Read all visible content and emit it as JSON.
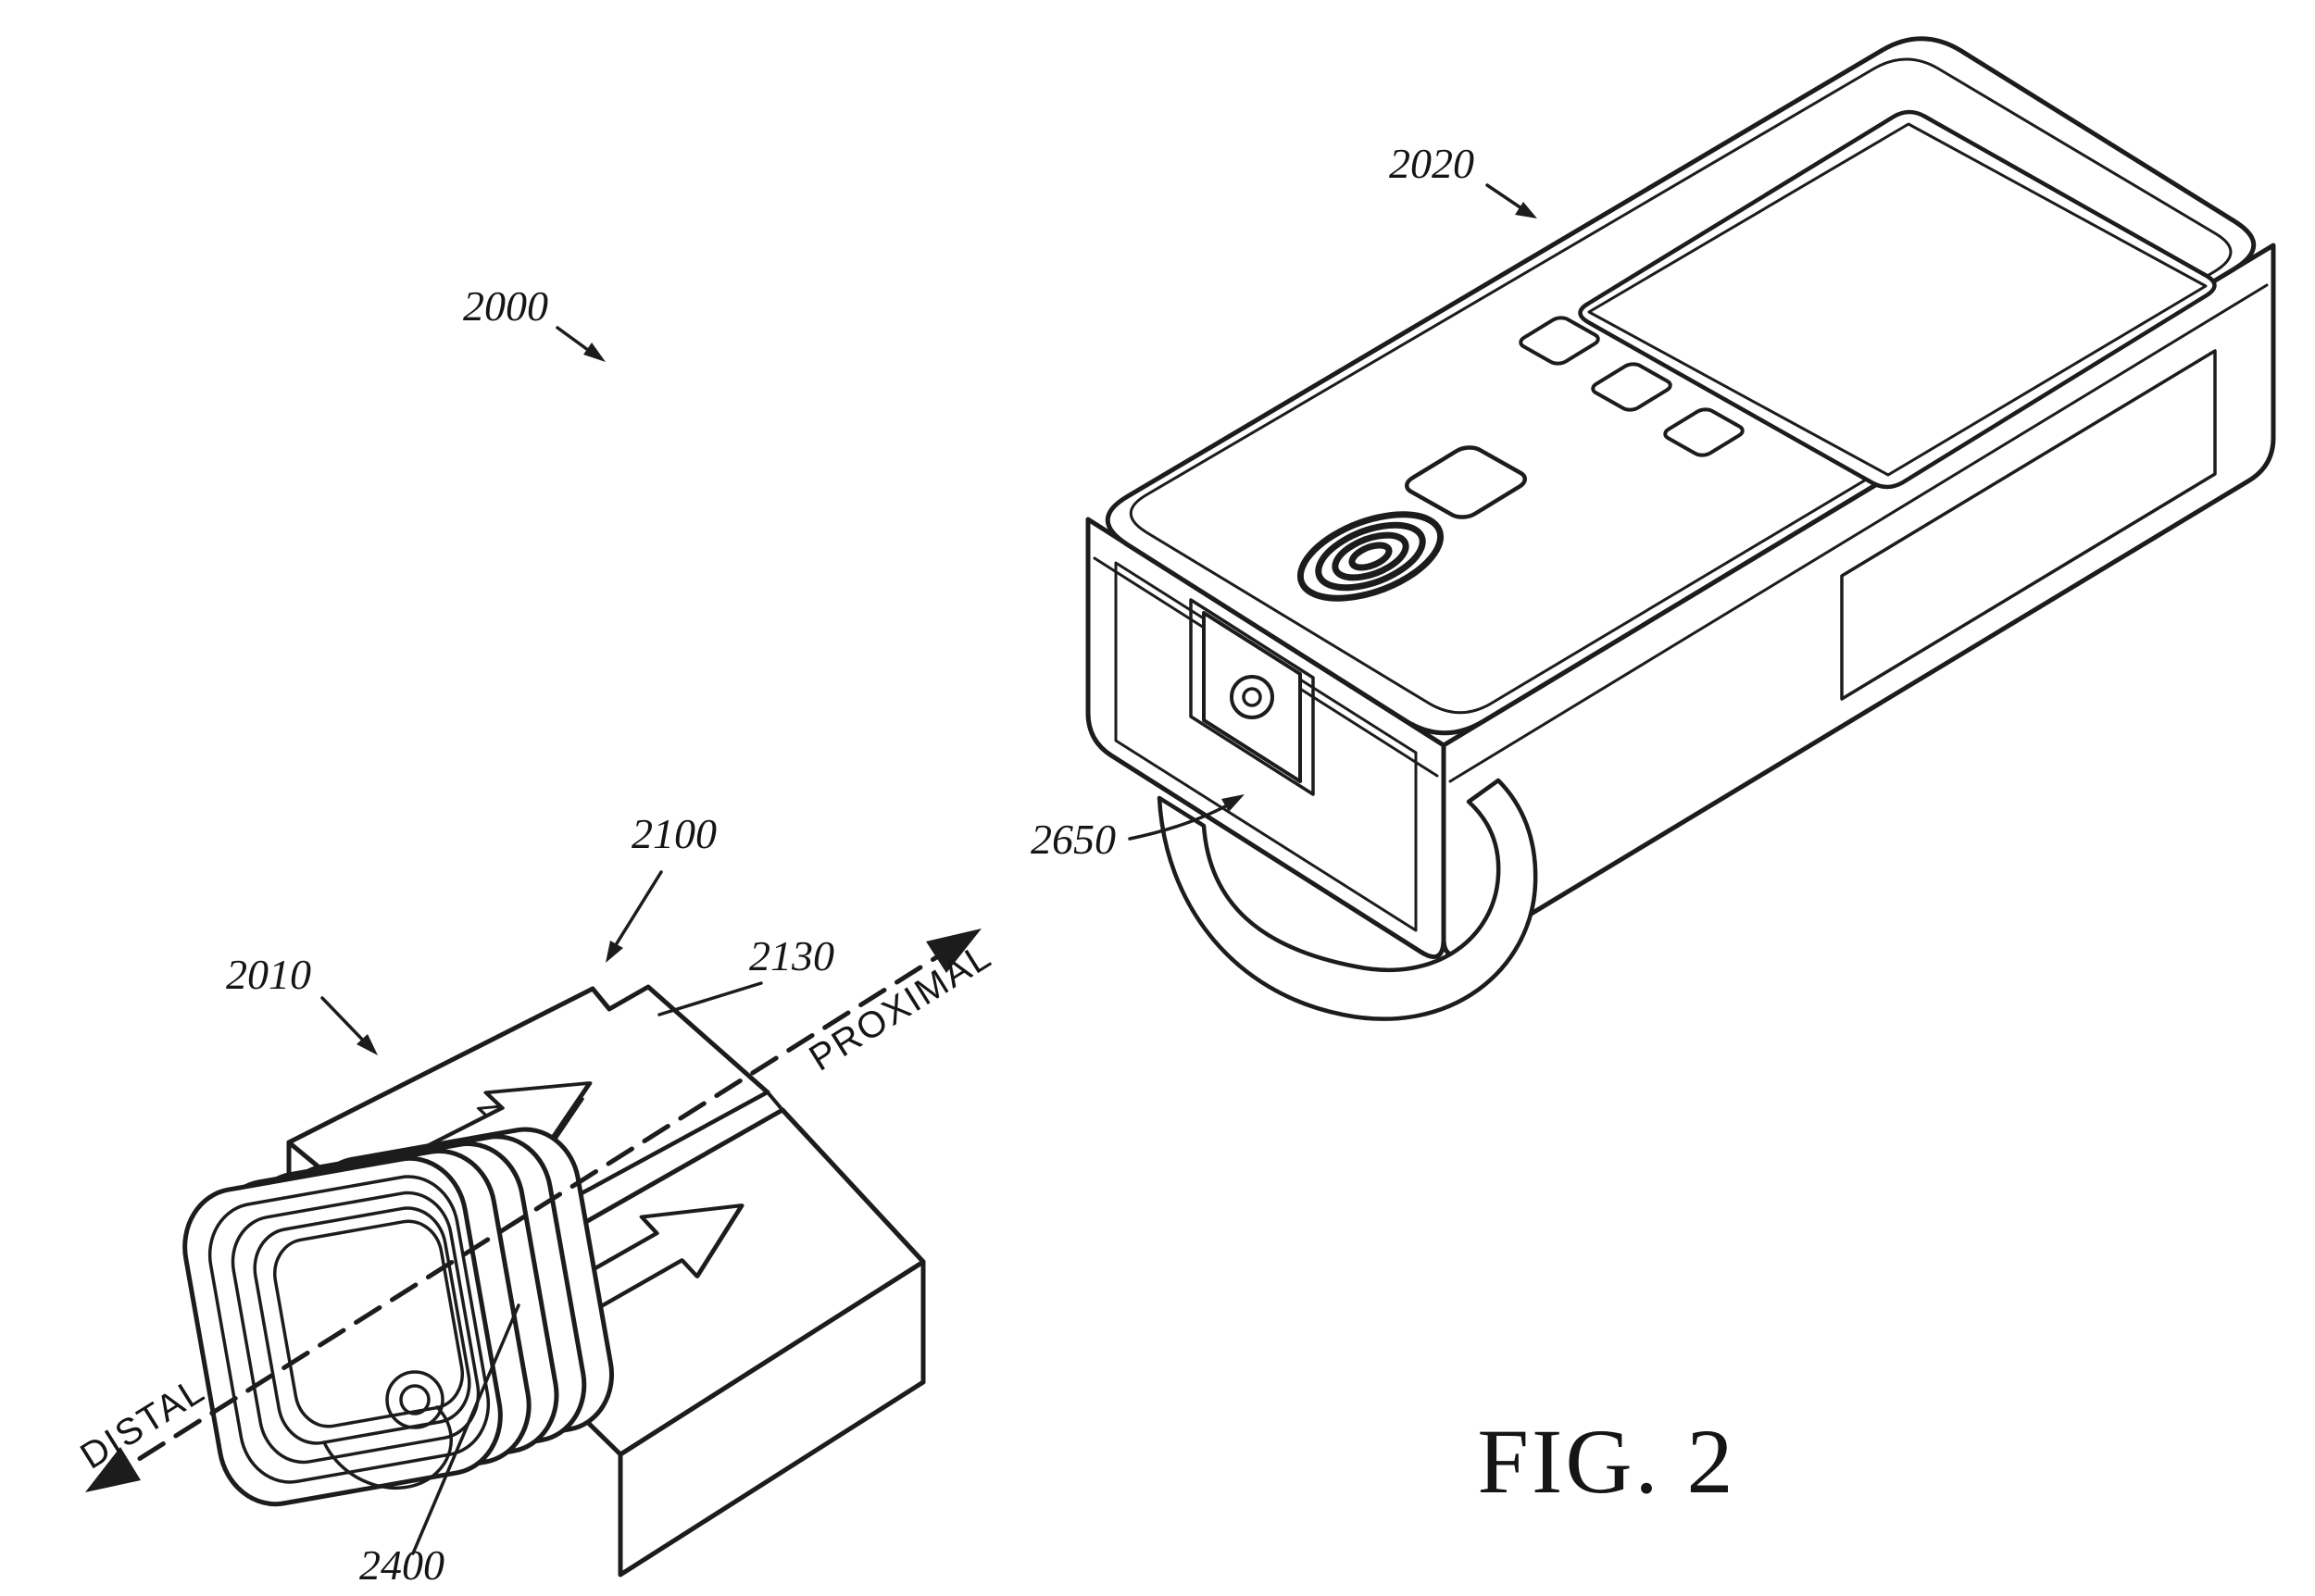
{
  "figure": {
    "caption": "FIG. 2",
    "direction_labels": {
      "distal": "DISTAL",
      "proximal": "PROXIMAL"
    },
    "numerals": {
      "n2000": "2000",
      "n2010": "2010",
      "n2020": "2020",
      "n2100": "2100",
      "n2130": "2130",
      "n2400": "2400",
      "n2650": "2650"
    },
    "colors": {
      "line": "#1c1c1c",
      "background": "#ffffff"
    }
  }
}
